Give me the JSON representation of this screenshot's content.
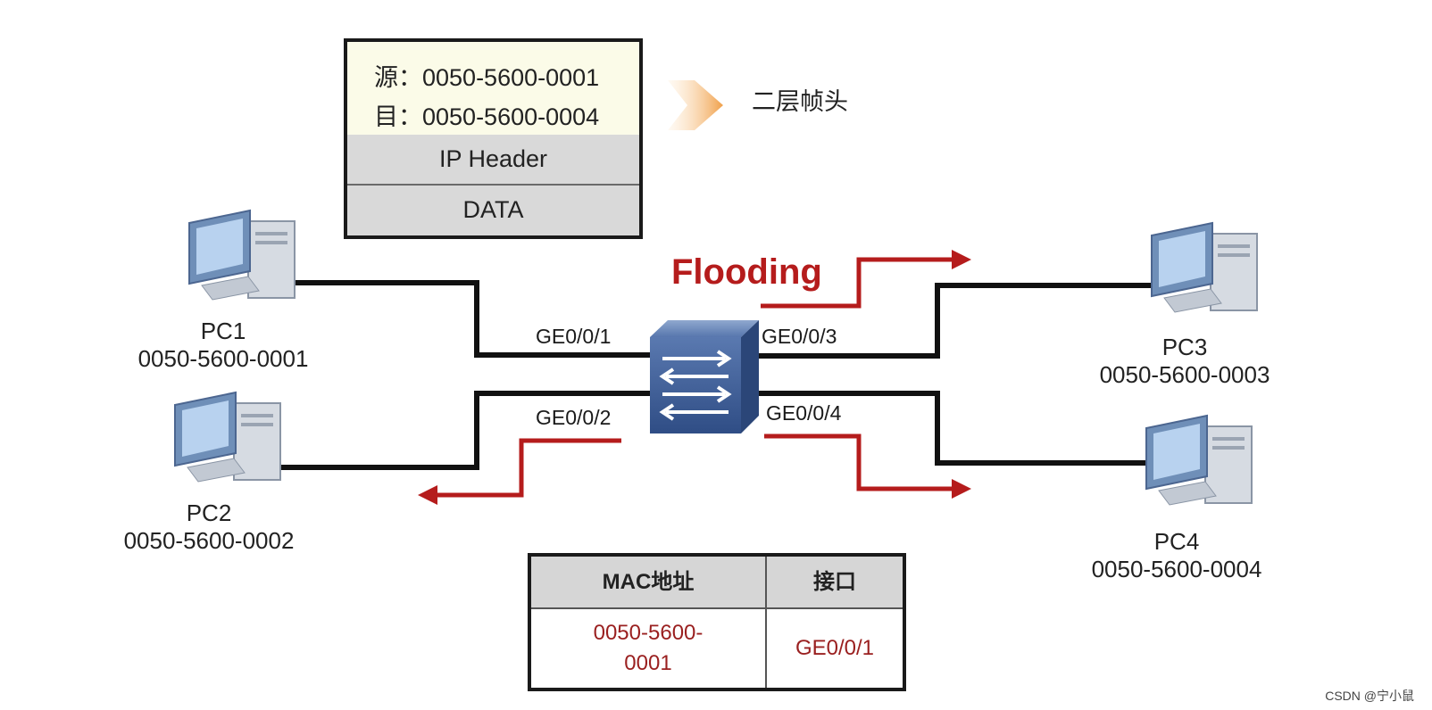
{
  "frame": {
    "src_line": "源：0050-5600-0001",
    "dst_line": "目：0050-5600-0004",
    "ip_header": "IP Header",
    "data": "DATA"
  },
  "l2_label": "二层帧头",
  "flooding_label": "Flooding",
  "ports": {
    "ge1": "GE0/0/1",
    "ge2": "GE0/0/2",
    "ge3": "GE0/0/3",
    "ge4": "GE0/0/4"
  },
  "pcs": [
    {
      "name": "PC1",
      "mac": "0050-5600-0001"
    },
    {
      "name": "PC2",
      "mac": "0050-5600-0002"
    },
    {
      "name": "PC3",
      "mac": "0050-5600-0003"
    },
    {
      "name": "PC4",
      "mac": "0050-5600-0004"
    }
  ],
  "mac_table": {
    "headers": [
      "MAC地址",
      "接口"
    ],
    "row": {
      "mac_line1": "0050-5600-",
      "mac_line2": "0001",
      "interface": "GE0/0/1"
    }
  },
  "watermark": "CSDN @宁小鼠",
  "colors": {
    "flood_red": "#b51c1c",
    "cable": "#111111",
    "frame_l2_bg": "#fbfbe8",
    "header_gray": "#d9d9d9"
  }
}
